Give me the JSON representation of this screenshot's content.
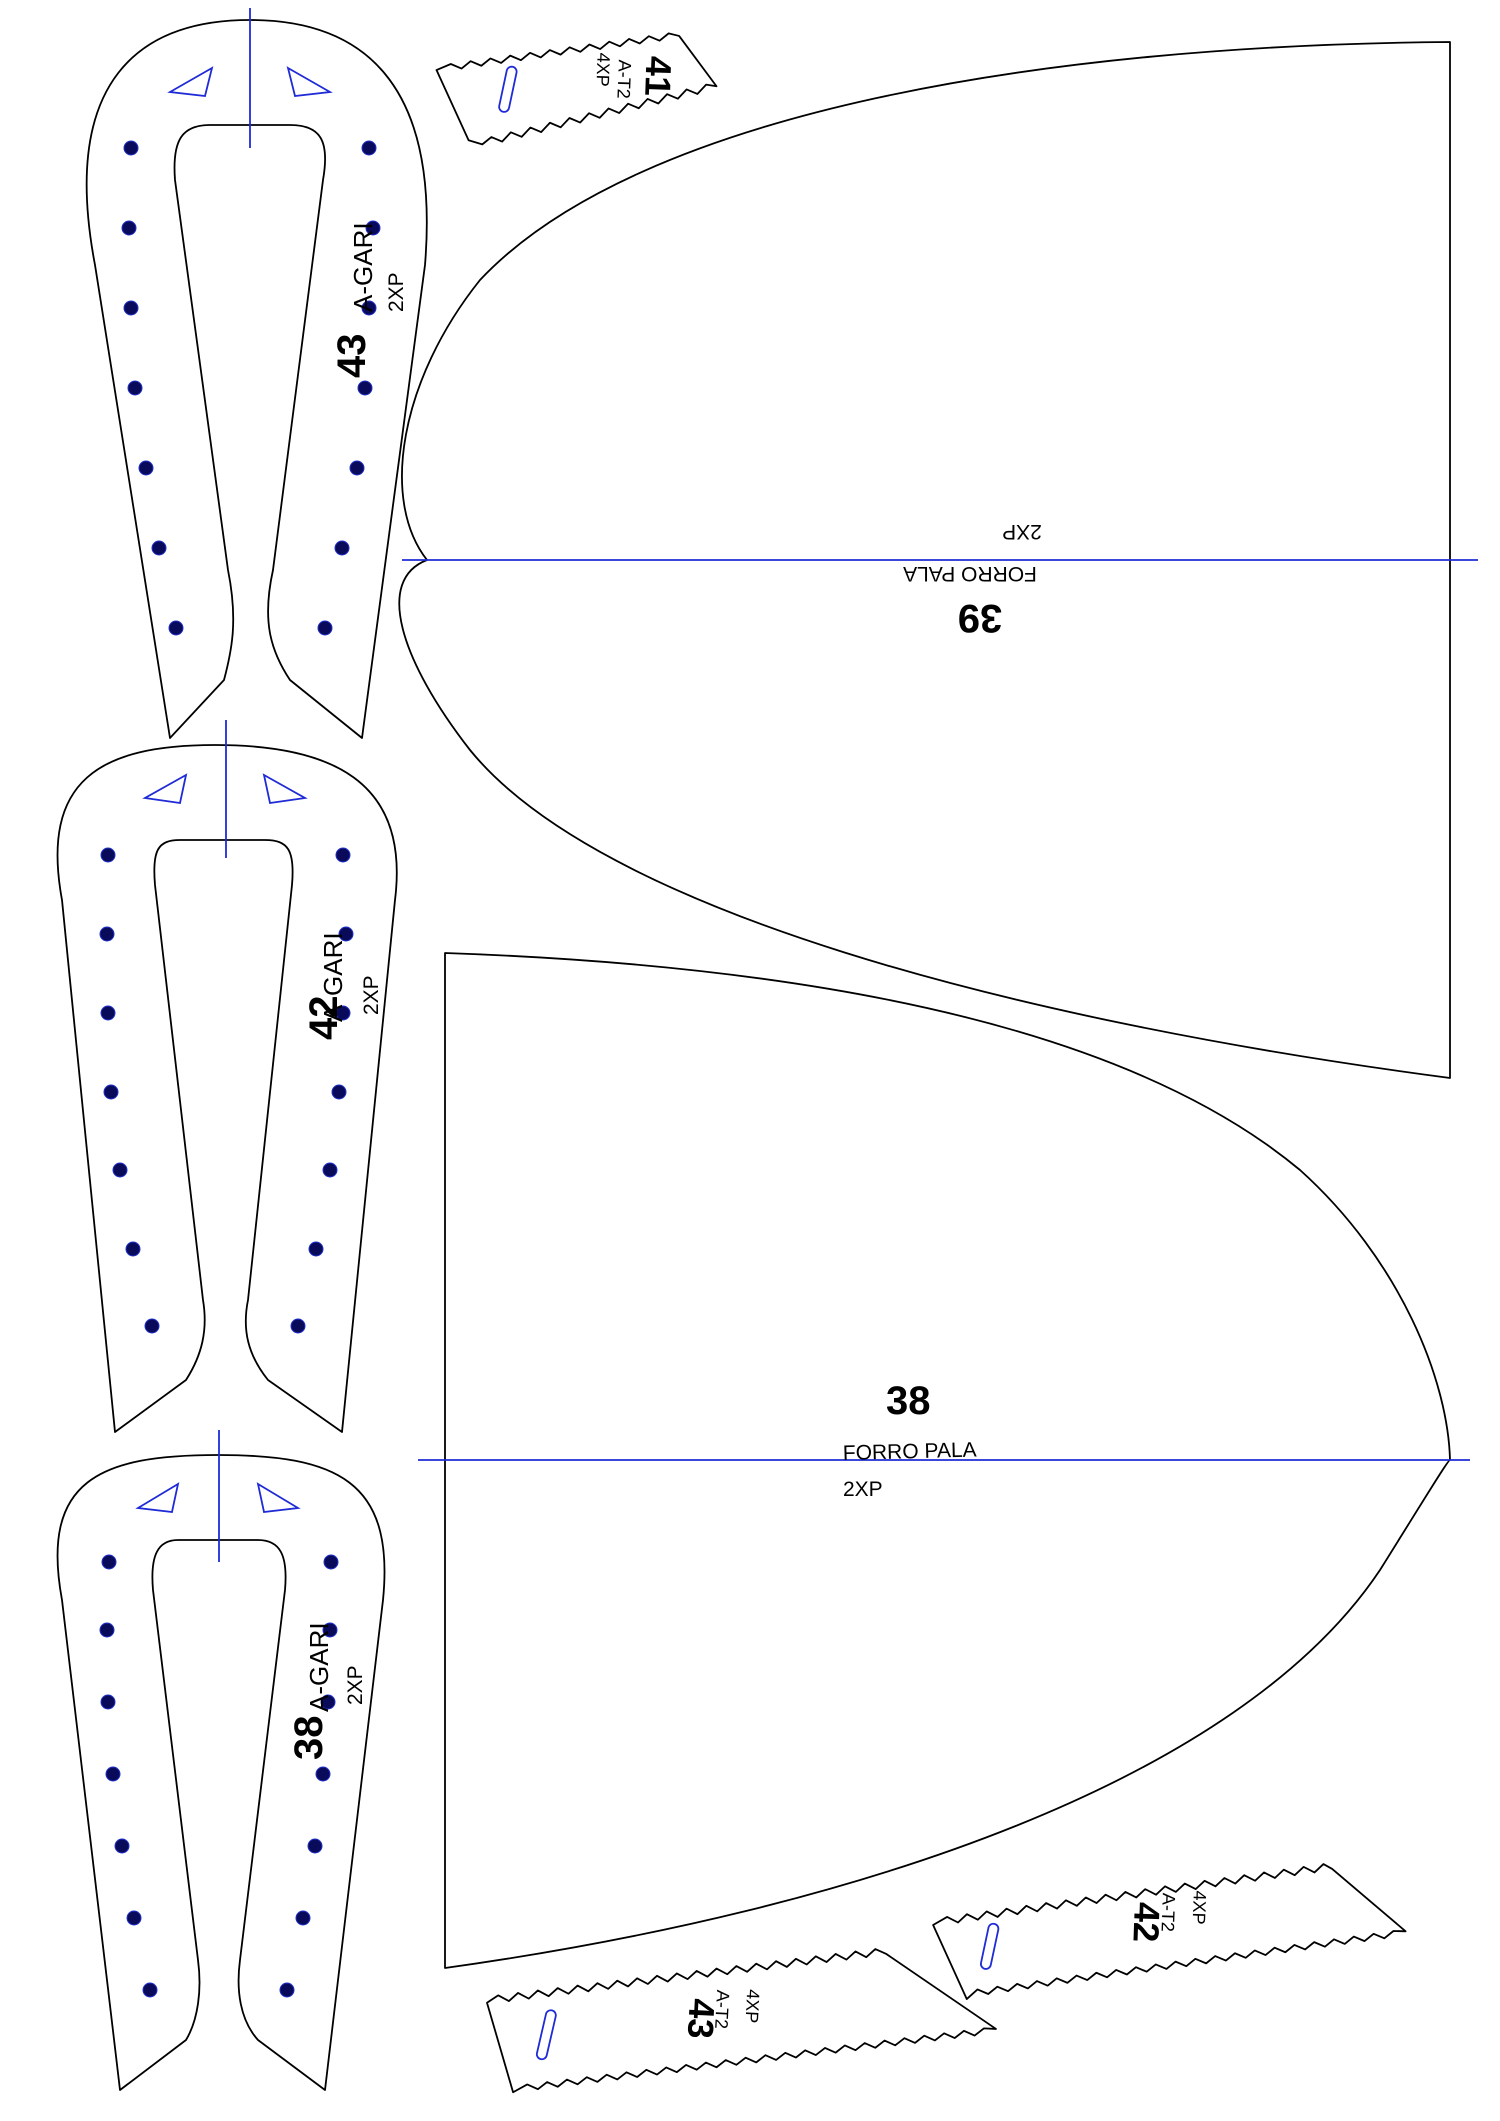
{
  "pieces": {
    "heel_43": {
      "size": "43",
      "code": "A-GARI",
      "qty": "2XP"
    },
    "heel_42": {
      "size": "42",
      "code": "A-GARI",
      "qty": "2XP"
    },
    "heel_38": {
      "size": "38",
      "code": "A-GARI",
      "qty": "2XP"
    },
    "lining_39": {
      "size": "39",
      "name": "FORRO PALA",
      "qty": "2XP"
    },
    "lining_38": {
      "size": "38",
      "name": "FORRO PALA",
      "qty": "2XP"
    },
    "tab_41": {
      "size": "41",
      "code": "A-T2",
      "qty": "4XP"
    },
    "tab_42": {
      "size": "42",
      "code": "A-T2",
      "qty": "4XP"
    },
    "tab_43": {
      "size": "43",
      "code": "A-T2",
      "qty": "4XP"
    }
  },
  "colors": {
    "outline": "#000000",
    "guide": "#1f2bd6",
    "hole": "#0a0a5a"
  }
}
